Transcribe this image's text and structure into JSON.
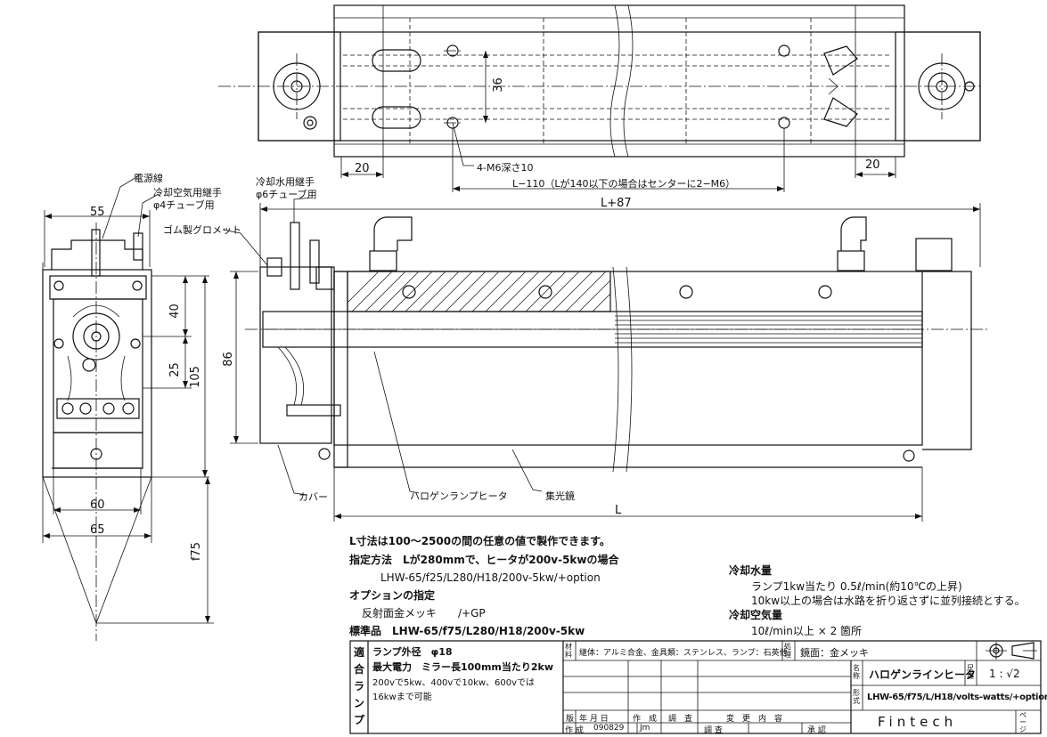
{
  "dims": {
    "top_36": "36",
    "top_20_left": "20",
    "top_20_right": "20",
    "top_holes": "4-M6深さ10",
    "top_length": "L−110（Lが140以下の場合はセンターに2−M6）",
    "side_55": "55",
    "side_40": "40",
    "side_25": "25",
    "side_105": "105",
    "side_60": "60",
    "side_65": "65",
    "side_f75": "f75",
    "front_length_top": "L+87",
    "front_86": "86",
    "front_length_bottom": "L"
  },
  "labels": {
    "power_cable": "電源線",
    "air_fitting": "冷却空気用継手",
    "air_tube": "φ4チューブ用",
    "rubber_grommet": "ゴム製グロメット",
    "water_fitting": "冷却水用継手",
    "water_tube": "φ6チューブ用",
    "cover": "カバー",
    "heater": "ハロゲンランプヒータ",
    "mirror": "集光鏡"
  },
  "notes": {
    "l_range": "L寸法は100〜2500の間の任意の値で製作できます。",
    "spec_method": "指定方法　Lが280mmで、ヒータが200v-5kwの場合",
    "spec_example": "LHW-65/f25/L280/H18/200v-5kw/+option",
    "option_title": "オプションの指定",
    "option_item": "反射面金メッキ　　/+GP",
    "standard": "標準品　LHW-65/f75/L280/H18/200v-5kw",
    "water_title": "冷却水量",
    "water_line1": "ランプ1kw当たり 0.5ℓ/min(約10℃の上昇)",
    "water_line2": "10kw以上の場合は水路を折り返さずに並列接続とする。",
    "air_title": "冷却空気量",
    "air_line1": "10ℓ/min以上 × 2 箇所"
  },
  "title_block": {
    "lamp_side": [
      "適",
      "合",
      "ラ",
      "ン",
      "プ"
    ],
    "lamp_line1": "ランプ外径　φ18",
    "lamp_line2": "最大電力　ミラー長100mm当たり2kw",
    "lamp_line3": "200vで5kw、400vで10kw、600vでは",
    "lamp_line4": "16kwまで可能",
    "material_head": "材料",
    "material": "継体：アルミ合金、金具類：ステンレス、ランプ：石英他",
    "treatment_head": "処理",
    "treatment": "鏡面：金メッキ",
    "name_head": "名称",
    "name": "ハロゲンラインヒータ",
    "scale_head": "尺度",
    "scale": "1 : √2",
    "model_head": "形式",
    "model": "LHW-65/f75/L/H18/volts-watts/+option",
    "company": "Fintech",
    "page_head": "ページ",
    "rev_headers": [
      "版",
      "年 月 日",
      "作　成",
      "調　査",
      "変　更　内　容"
    ],
    "made_label": "作 成",
    "made_date": "090829",
    "made_by": "Jm",
    "checked_label": "調 査",
    "approved_label": "承 認"
  }
}
